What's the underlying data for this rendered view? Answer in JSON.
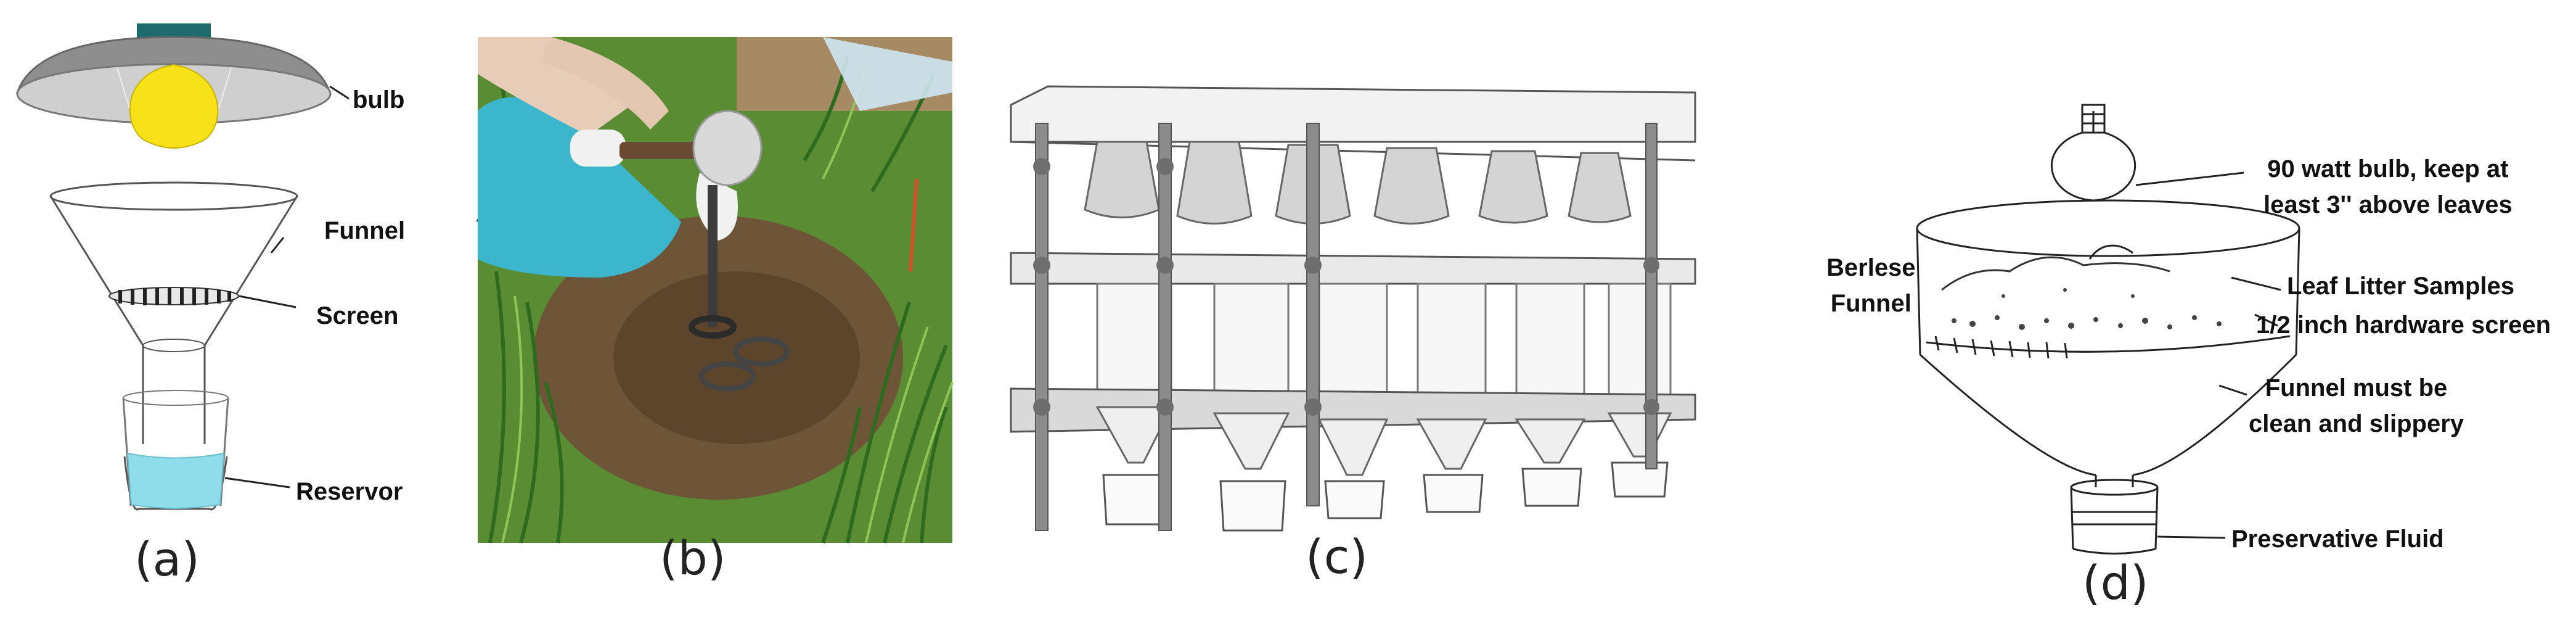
{
  "panels": {
    "a": {
      "caption": "(a)",
      "labels": {
        "bulb": "bulb",
        "funnel": "Funnel",
        "screen": "Screen",
        "reservoir": "Reservor"
      },
      "colors": {
        "lamp_shade": "#8e8e8e",
        "bulb": "#f7e21a",
        "reservoir_fluid": "#8fdcea"
      }
    },
    "b": {
      "caption": "(b)",
      "photo_subject": "person-taking-soil-core-sample-icon",
      "colors": {
        "soil": "#6e5538",
        "grass": "#4f8f2f",
        "clothing": "#3bb6cc"
      }
    },
    "c": {
      "caption": "(c)",
      "illustration": "berlese-funnel-rack-icon"
    },
    "d": {
      "caption": "(d)",
      "title": "Berlese\nFunnel",
      "labels": {
        "bulb_note": "90 watt bulb, keep at\nleast 3'' above leaves",
        "samples": "Leaf Litter Samples",
        "screen": "1/2 inch hardware screen",
        "funnel_note": "Funnel must be\nclean and slippery",
        "fluid": "Preservative Fluid"
      }
    }
  }
}
